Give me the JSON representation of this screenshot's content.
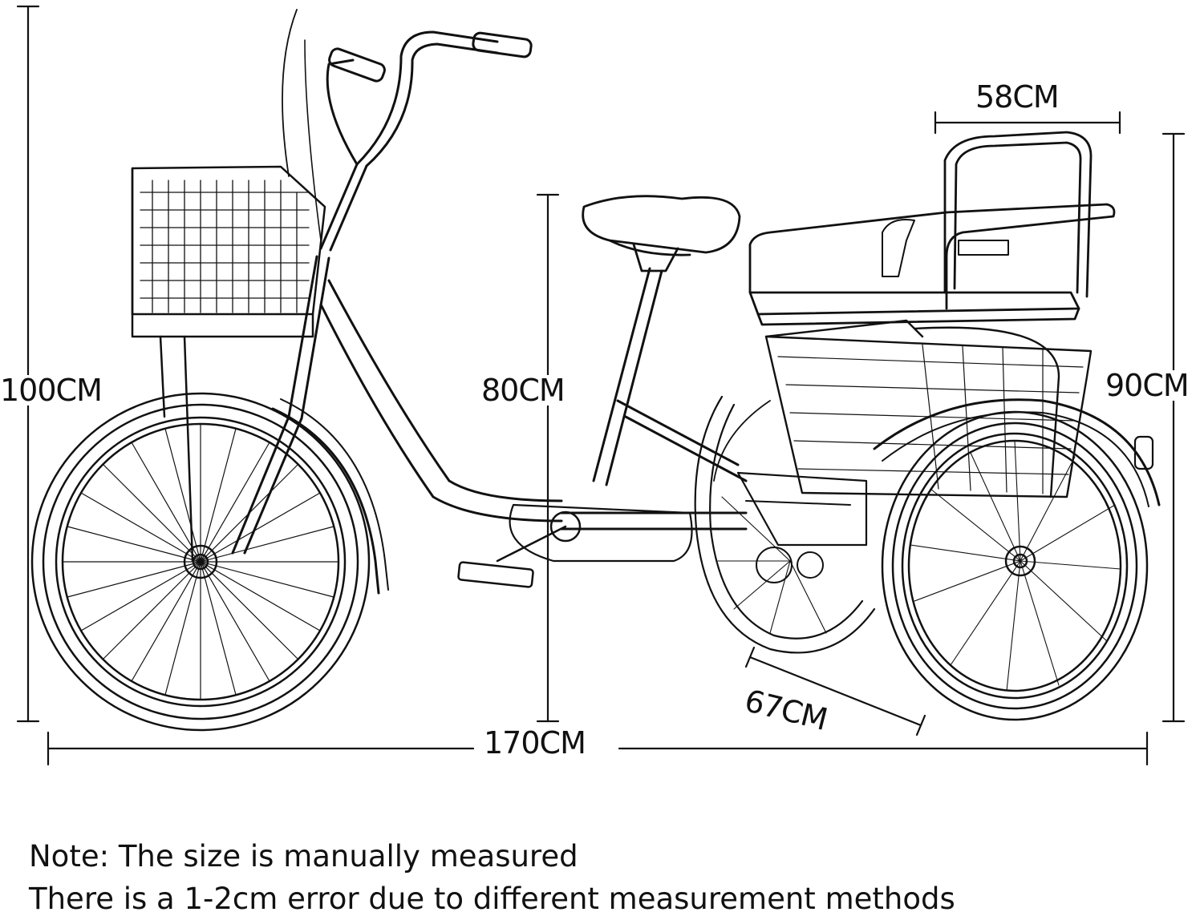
{
  "dimensions": {
    "total_height": "100CM",
    "seat_height": "80CM",
    "rear_height": "90CM",
    "seat_width": "58CM",
    "rear_track": "67CM",
    "total_length": "170CM"
  },
  "notes": {
    "line1": "Note: The size is manually measured",
    "line2": "There is a 1-2cm error due to different measurement methods"
  },
  "colors": {
    "ink": "#111111",
    "background": "#ffffff"
  }
}
